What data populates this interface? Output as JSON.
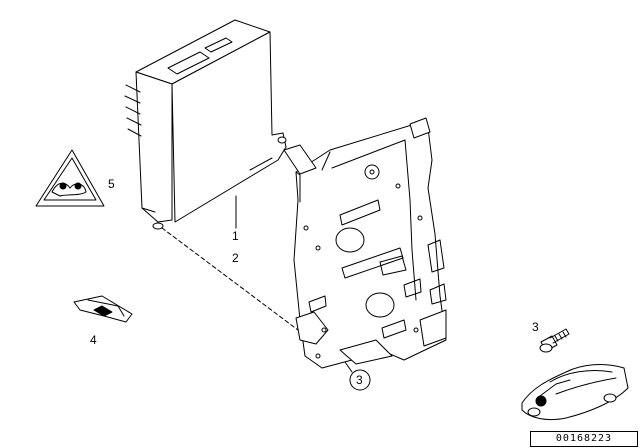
{
  "callouts": {
    "part_1": "1",
    "part_2": "2",
    "part_3_bolt": "3",
    "part_3_bracket": "3",
    "part_4": "4",
    "part_5": "5"
  },
  "reference_number": "00168223"
}
